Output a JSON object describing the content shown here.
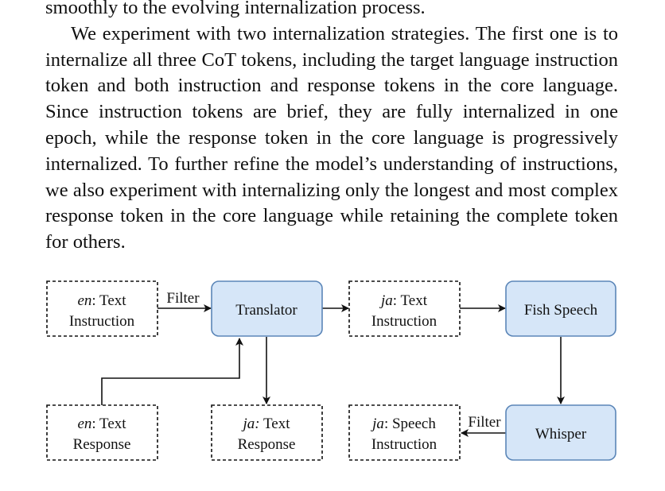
{
  "paragraphs": {
    "p1": "smoothly to the evolving internalization process.",
    "p2": "We experiment with two internalization strategies. The first one is to internalize all three CoT tokens, including the target language instruction token and both instruction and response tokens in the core language. Since instruction tokens are brief, they are fully internalized in one epoch, while the response token in the core language is progressively internalized. To further refine the model’s understanding of instructions, we also experiment with internalizing only the longest and most complex response token in the core language while retaining the complete token for others."
  },
  "figure": {
    "boxes": {
      "en_text_instruction": {
        "lang": "en",
        "line1_rest": ": Text",
        "line2": "Instruction"
      },
      "translator": {
        "label": "Translator"
      },
      "ja_text_instruction": {
        "lang": "ja",
        "line1_rest": ": Text",
        "line2": "Instruction"
      },
      "fish_speech": {
        "label": "Fish Speech"
      },
      "en_text_response": {
        "lang": "en",
        "line1_rest": ": Text",
        "line2": "Response"
      },
      "ja_text_response": {
        "lang": "ja:",
        "line1_rest": " Text",
        "line2": "Response"
      },
      "ja_speech_instruction": {
        "lang": "ja",
        "line1_rest": ": Speech",
        "line2": "Instruction"
      },
      "whisper": {
        "label": "Whisper"
      }
    },
    "edge_labels": {
      "filter_top": "Filter",
      "filter_bottom": "Filter"
    },
    "colors": {
      "model_fill": "#d6e6f8",
      "model_stroke": "#5b86b8",
      "line": "#111111"
    }
  }
}
